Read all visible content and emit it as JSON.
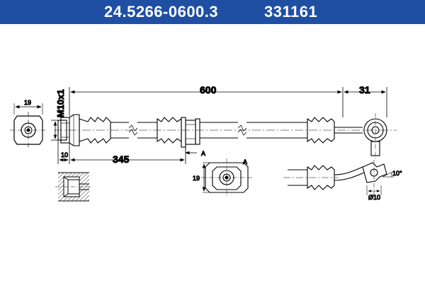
{
  "header": {
    "part_number": "24.5266-0600.3",
    "ref_number": "331161",
    "background": "#1f4fa3",
    "text_color": "#ffffff"
  },
  "dimensions": {
    "total_length": "600",
    "banjo_length": "31",
    "mid_length": "345",
    "left_width": "19",
    "end_width": "10",
    "thread": "M10x1",
    "section_width": "19",
    "angle": "10°",
    "diameter": "Ø10"
  },
  "labels": {
    "view_marker": "A",
    "section_marker": "A"
  },
  "colors": {
    "line": "#000000",
    "paper": "#ffffff"
  }
}
